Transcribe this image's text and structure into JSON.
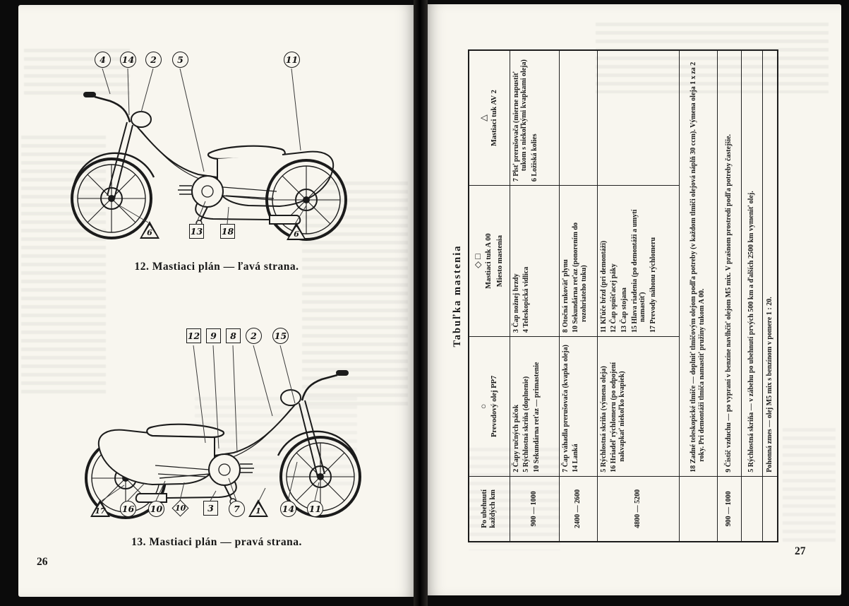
{
  "left_page": {
    "page_number": "26",
    "figure_top": {
      "caption": "12. Mastiaci plán — ľavá strana.",
      "callouts": [
        "4",
        "14",
        "2",
        "5",
        "11",
        "6",
        "13",
        "18",
        "6"
      ]
    },
    "figure_bottom": {
      "caption": "13. Mastiaci plán — pravá strana.",
      "callouts": [
        "12",
        "9",
        "8",
        "2",
        "15",
        "17",
        "16",
        "10",
        "10",
        "3",
        "7",
        "1",
        "14",
        "11"
      ]
    }
  },
  "right_page": {
    "page_number": "27",
    "table": {
      "title": "Tabuľka mastenia",
      "symbols": {
        "oil": "○",
        "a00_diamond": "◇",
        "a00_square": "□",
        "av2": "△"
      },
      "headers": {
        "km": "Po ubehnutí každých km",
        "oil": "Prevodový olej PP7",
        "a00": "Mastiaci tuk A 00",
        "a00_sub": "Miesto mastenia",
        "av2": "Mastiaci tuk AV 2"
      },
      "rows": [
        {
          "km": "900 — 1000",
          "oil": [
            "2 Čapy ručných páčok",
            "5 Rýchlostná skriňa (doplnenie)",
            "10 Sekundárna reťaz — primastenie"
          ],
          "a00": [
            "3 Čap nožnej brzdy",
            "4 Teleskopická vidlica"
          ],
          "av2": [
            "7 Plsť prerušovača (mierne napustiť tukom s niekoľkými kvapkami oleja)",
            "6 Ložiská kolies"
          ]
        },
        {
          "km": "2400 — 2600",
          "oil": [
            "7 Čap váhadla prerušovača (kvapka oleja)",
            "14 Lanká"
          ],
          "a00": [
            "8 Otočná rukoväť plynu",
            "10 Sekundárna reťaz (ponorením do rozohriateho tuku)"
          ],
          "av2": []
        },
        {
          "km": "4800 — 5200",
          "oil": [
            "5 Rýchlostná skriňa (výmena oleja)",
            "16 Hriadeľ rýchlomeru (po odpojení nakvapkať niekoľko kvapiek)"
          ],
          "a00": [
            "11 Kľúče bŕzd (pri demontáži)",
            "12 Čap spúšťacej páky",
            "13 Čap stojana",
            "15 Hlava riadenia (po demontáži a umytí namastiť)",
            "17 Prevody náhonu rýchlomeru"
          ],
          "av2": []
        }
      ],
      "full_rows": [
        {
          "km": "",
          "text": "18 Zadné teleskopické tlmiče — doplniť tlmičovým olejom podľa potreby (v každom tlmiči olejová náplň 30 ccm). Výmena oleja 1 x za 2 roky. Pri demontáži tlmiča namastiť pružiny tukom A 00."
        },
        {
          "km": "900 — 1000",
          "text": "9 Čistič vzduchu — po vypraní v benzíne navlhčiť olejom M5 mix. V prašnom prostredí podľa potreby častejšie."
        },
        {
          "km": "",
          "text": "5 Rýchlostná skriňa — v zábehu po ubehnutí prvých 500 km a ďalších 2500 km vymeniť olej."
        },
        {
          "km": "",
          "text": "Pohonná zmes — olej M5 mix s benzínom v pomere 1 : 20."
        }
      ]
    }
  }
}
